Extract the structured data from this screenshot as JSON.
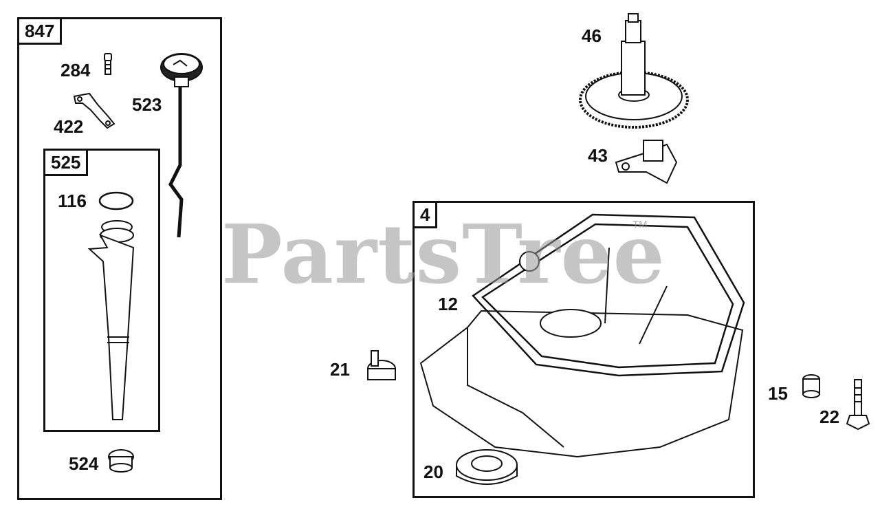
{
  "watermark": {
    "text": "PartsTree",
    "tm": "TM"
  },
  "groups": [
    {
      "id": "847",
      "label": "847"
    },
    {
      "id": "525",
      "label": "525"
    },
    {
      "id": "4",
      "label": "4"
    }
  ],
  "callouts": [
    {
      "label": "284"
    },
    {
      "label": "523"
    },
    {
      "label": "422"
    },
    {
      "label": "116"
    },
    {
      "label": "524"
    },
    {
      "label": "46"
    },
    {
      "label": "43"
    },
    {
      "label": "12"
    },
    {
      "label": "21"
    },
    {
      "label": "20"
    },
    {
      "label": "15"
    },
    {
      "label": "22"
    }
  ]
}
